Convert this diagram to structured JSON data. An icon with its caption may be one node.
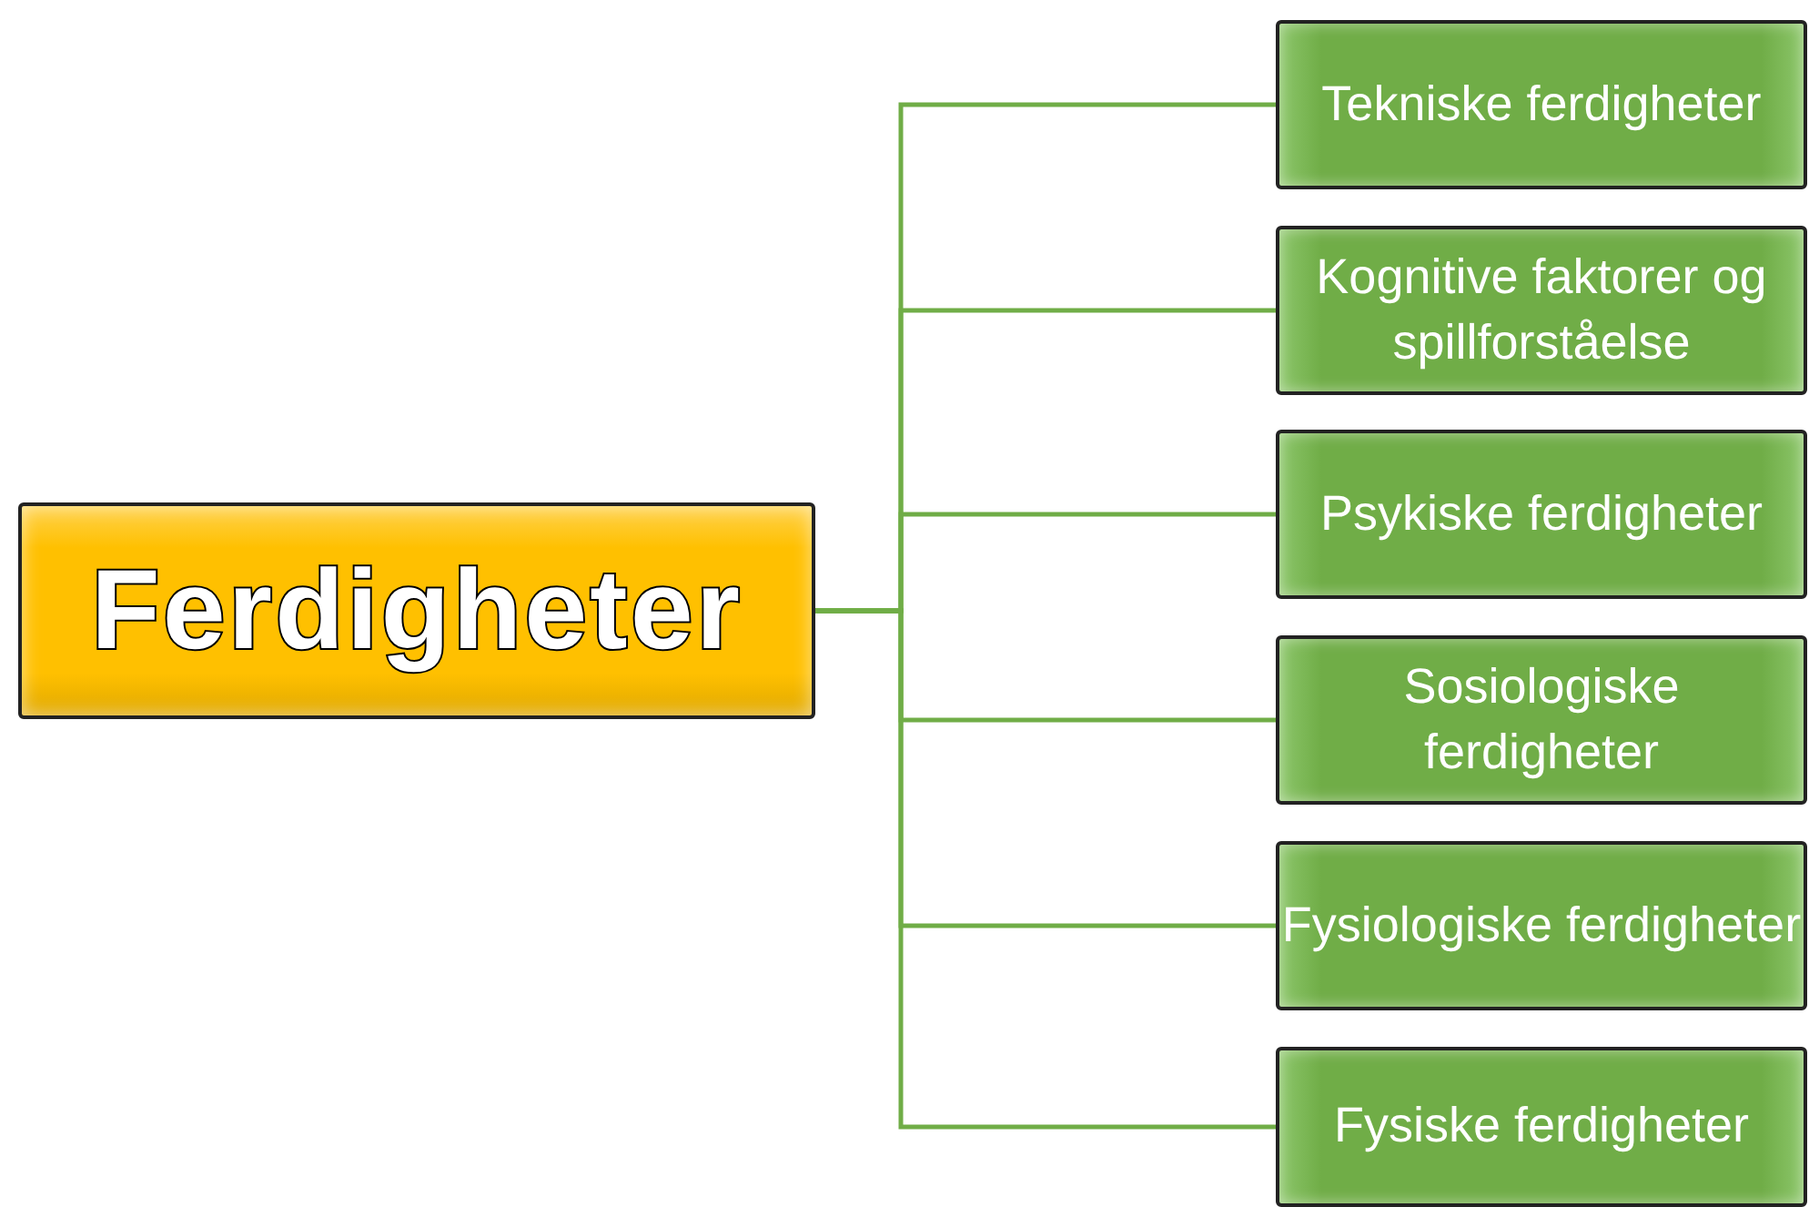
{
  "diagram": {
    "nodes": [
      {
        "text": [
          "Ferdigheter"
        ]
      },
      {
        "text": [
          "Tekniske ferdigheter"
        ]
      },
      {
        "text": [
          "Kognitive faktorer og spillforståelse"
        ]
      },
      {
        "text": [
          "Psykiske ferdigheter"
        ]
      },
      {
        "text": [
          "Sosiologiske ferdigheter"
        ]
      },
      {
        "text": [
          "Fysiologiske ferdigheter"
        ]
      },
      {
        "text": [
          "Fysiske ferdigheter"
        ]
      }
    ],
    "edges": [
      {
        "from": 0,
        "to": 1,
        "arrow": "none"
      },
      {
        "from": 0,
        "to": 2,
        "arrow": "none"
      },
      {
        "from": 0,
        "to": 3,
        "arrow": "none"
      },
      {
        "from": 0,
        "to": 4,
        "arrow": "none"
      },
      {
        "from": 0,
        "to": 5,
        "arrow": "none"
      },
      {
        "from": 0,
        "to": 6,
        "arrow": "none"
      }
    ]
  }
}
